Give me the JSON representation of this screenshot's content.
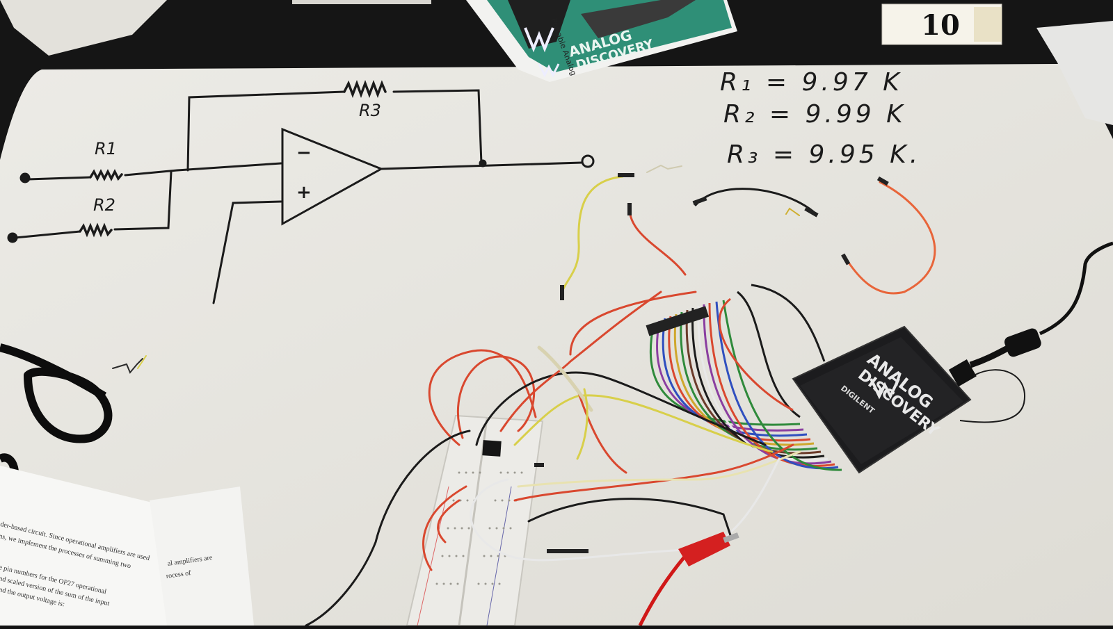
{
  "photo": {
    "table_number": "10",
    "box_label": {
      "brand": "ANALOG",
      "product": "DISCOVERY",
      "tagline": "Portable Analog"
    },
    "device_label": {
      "brand": "ANALOG",
      "product": "DISCOVERY",
      "maker": "DIGILENT"
    },
    "whiteboard": {
      "resistors": [
        "R1",
        "R2",
        "R3"
      ],
      "opamp_inputs": [
        "−",
        "+"
      ],
      "values": [
        "R₁ = 9.97 K",
        "R₂ = 9.99 K",
        "R₃ = 9.95 K."
      ]
    },
    "handout_lines": [
      "der-based circuit. Since operational amplifiers are used",
      "ns, we implement the processes of summing two",
      "e pin numbers for the OP27 operational",
      "nd scaled version of the sum of the input",
      "nd the output voltage is:"
    ],
    "handout2_lines": [
      "al amplifiers are",
      "rocess of"
    ],
    "colors": {
      "board": "#e9e7e1",
      "ink": "#1b1b1b",
      "device": "#1c1c1e",
      "box_teal": "#2f8f77",
      "wire_red": "#d9482f",
      "wire_yellow": "#d8cf4a"
    }
  }
}
